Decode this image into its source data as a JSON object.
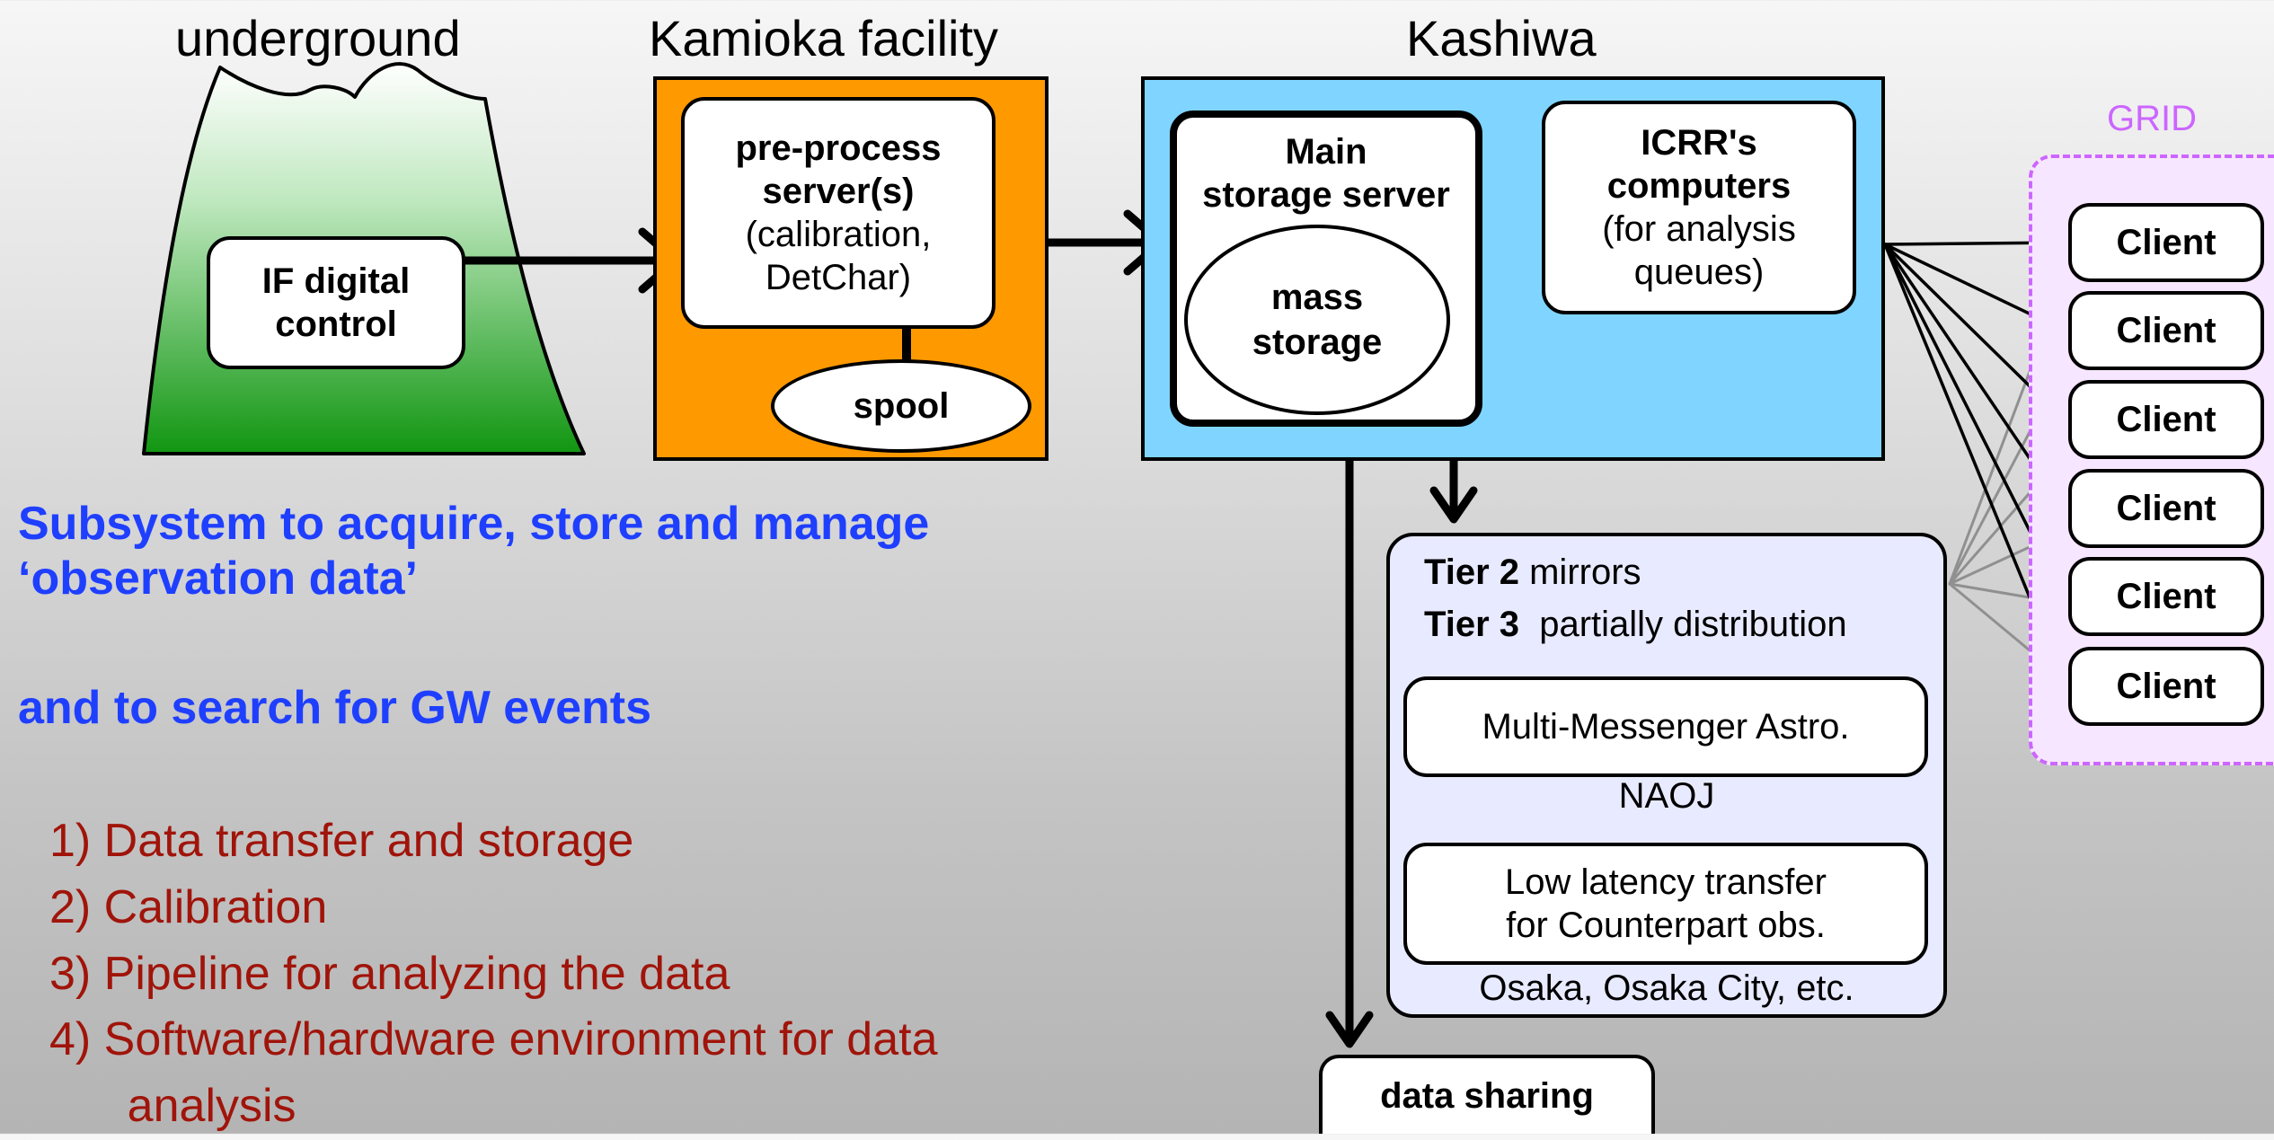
{
  "regions": {
    "underground": "underground",
    "kamioka": "Kamioka facility",
    "kashiwa": "Kashiwa",
    "grid": "GRID"
  },
  "nodes": {
    "if_control": [
      "IF digital",
      "control"
    ],
    "preprocess": {
      "title": [
        "pre-process",
        "server(s)"
      ],
      "sub": [
        "(calibration,",
        "DetChar)"
      ]
    },
    "spool": "spool",
    "main_storage": [
      "Main",
      "storage server"
    ],
    "mass_storage": [
      "mass",
      "storage"
    ],
    "icrr": {
      "title": [
        "ICRR's",
        "computers"
      ],
      "sub": [
        "(for analysis",
        "queues)"
      ]
    },
    "data_sharing": "data sharing",
    "clients": [
      "Client",
      "Client",
      "Client",
      "Client",
      "Client",
      "Client"
    ]
  },
  "tiers": {
    "tier2_bold": "Tier 2",
    "tier2_text": " mirrors",
    "tier3_bold": "Tier 3",
    "tier3_text": "  partially distribution",
    "multi_messenger": "Multi-Messenger Astro.",
    "naoj": "NAOJ",
    "low_latency": [
      "Low latency transfer",
      "for Counterpart obs."
    ],
    "osaka": "Osaka, Osaka City, etc."
  },
  "description": {
    "line1": "Subsystem to acquire, store and manage",
    "line2": "‘observation data’",
    "line3": "and to search for GW events"
  },
  "list": [
    "1)  Data transfer and storage",
    "2)  Calibration",
    "3)  Pipeline for analyzing the data",
    "4)  Software/hardware environment for data",
    "      analysis"
  ],
  "colors": {
    "kamioka_bg": "#ff9900",
    "kashiwa_bg": "#7fd5ff",
    "grid_bg": "#f7e6ff",
    "grid_border": "#cc66ff",
    "tier_bg": "#e8eaff",
    "text_blue": "#1f3fff",
    "text_red": "#a0140a"
  }
}
